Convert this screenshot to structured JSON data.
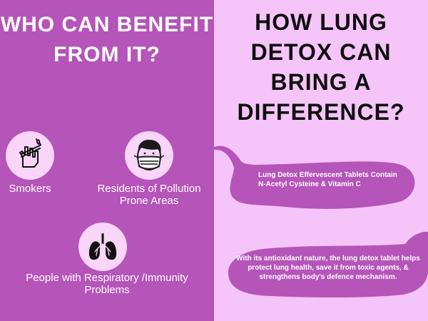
{
  "colors": {
    "left_bg": "#b554b9",
    "right_bg": "#f5c4f8",
    "icon_circle": "#f9d5fa",
    "bubble": "#b554b9"
  },
  "left_panel": {
    "title": "WHO CAN BENEFIT FROM IT?",
    "items": [
      {
        "label": "Smokers",
        "icon": "no-smoking-hand-icon"
      },
      {
        "label": "Residents of Pollution Prone Areas",
        "icon": "face-mask-icon"
      },
      {
        "label": "People with Respiratory /Immunity Problems",
        "icon": "lungs-icon"
      }
    ]
  },
  "right_panel": {
    "title": "HOW LUNG DETOX CAN BRING A DIFFERENCE?",
    "bubbles": [
      {
        "text": "Lung Detox Effervescent Tablets Contain N-Acetyl Cysteine & Vitamin C"
      },
      {
        "text": "With its antioxidant nature, the lung detox tablet helps protect lung health, save it from toxic agents, & strengthens body's defence mechanism."
      }
    ]
  }
}
